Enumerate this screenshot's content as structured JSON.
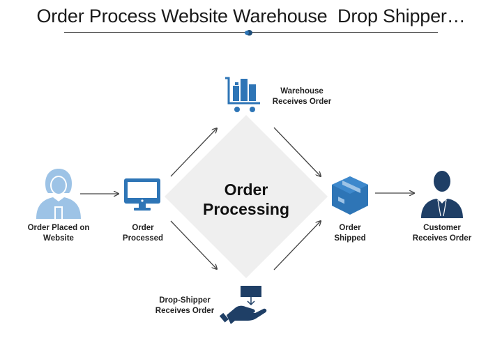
{
  "title": "Order Process Website Warehouse  Drop Shipper…",
  "center": {
    "line1": "Order",
    "line2": "Processing"
  },
  "colors": {
    "primary_blue": "#2e75b6",
    "light_blue": "#9dc3e6",
    "dark_navy": "#1f3f66",
    "diamond_gray": "#efefef"
  },
  "nodes": [
    {
      "id": "customer-placed",
      "icon": "person-female-icon",
      "line1": "Order Placed on",
      "line2": "Website"
    },
    {
      "id": "processed",
      "icon": "monitor-icon",
      "line1": "Order",
      "line2": "Processed"
    },
    {
      "id": "warehouse",
      "icon": "warehouse-cart-icon",
      "line1": "Warehouse",
      "line2": "Receives Order"
    },
    {
      "id": "dropshipper",
      "icon": "hand-package-icon",
      "line1": "Drop-Shipper",
      "line2": "Receives Order"
    },
    {
      "id": "shipped",
      "icon": "box-icon",
      "line1": "Order",
      "line2": "Shipped"
    },
    {
      "id": "customer-receives",
      "icon": "person-male-icon",
      "line1": "Customer",
      "line2": "Receives Order"
    }
  ]
}
